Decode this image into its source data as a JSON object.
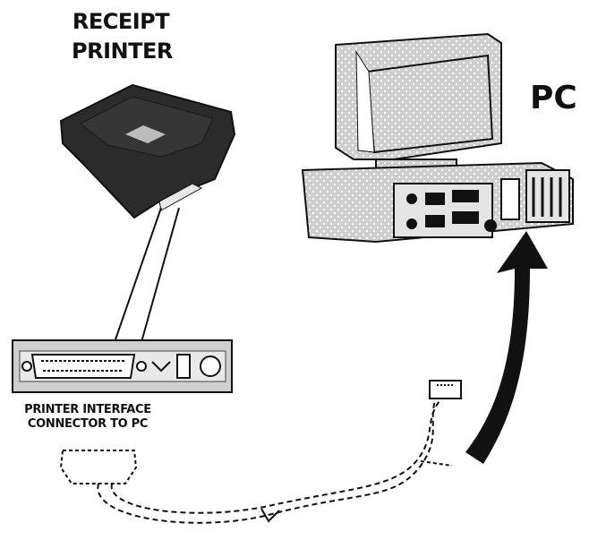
{
  "printer": {
    "title_line1": "RECEIPT",
    "title_line2": "PRINTER",
    "icon": "receipt-printer-icon"
  },
  "pc": {
    "label": "PC",
    "icon": "desktop-computer-icon"
  },
  "connector": {
    "label_line1": "PRINTER INTERFACE",
    "label_line2": "CONNECTOR TO PC",
    "icon": "parallel-connector-icon"
  },
  "colors": {
    "ink": "#111111",
    "printer_body": "#2b2b2b",
    "stipple_fill": "#d6d6d6",
    "connector_panel": "#cfcfcf"
  }
}
